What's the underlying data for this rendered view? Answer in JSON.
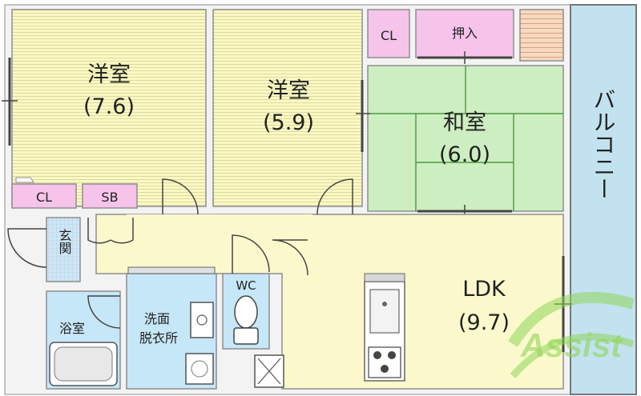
{
  "colors": {
    "western_room": "#fbf9c3",
    "stripe": "#ddd9a0",
    "tatami": "#cdeec0",
    "tatami_line": "#4a9a40",
    "pink": "#f6c4ea",
    "blue": "#c6e7f7",
    "ldk": "#fbf9cc",
    "balcony": "#c3e2f0",
    "wall": "#8e8e8e",
    "logo": "#8fd65a"
  },
  "rooms": {
    "western_1": {
      "name": "洋室",
      "size": "(7.6)"
    },
    "western_2": {
      "name": "洋室",
      "size": "(5.9)"
    },
    "japanese": {
      "name": "和室",
      "size": "(6.0)"
    },
    "ldk": {
      "name": "LDK",
      "size": "(9.7)"
    },
    "balcony": {
      "name": "バルコニー"
    },
    "entrance": {
      "name": "玄関"
    },
    "bath": {
      "name": "浴室"
    },
    "washroom": {
      "name": "洗面脱衣所"
    },
    "wc": {
      "name": "WC"
    }
  },
  "closets": {
    "cl_top": "CL",
    "oshiire": "押入",
    "cl_left": "CL",
    "shoebox": "SB"
  },
  "watermark": {
    "text": "Assist"
  }
}
